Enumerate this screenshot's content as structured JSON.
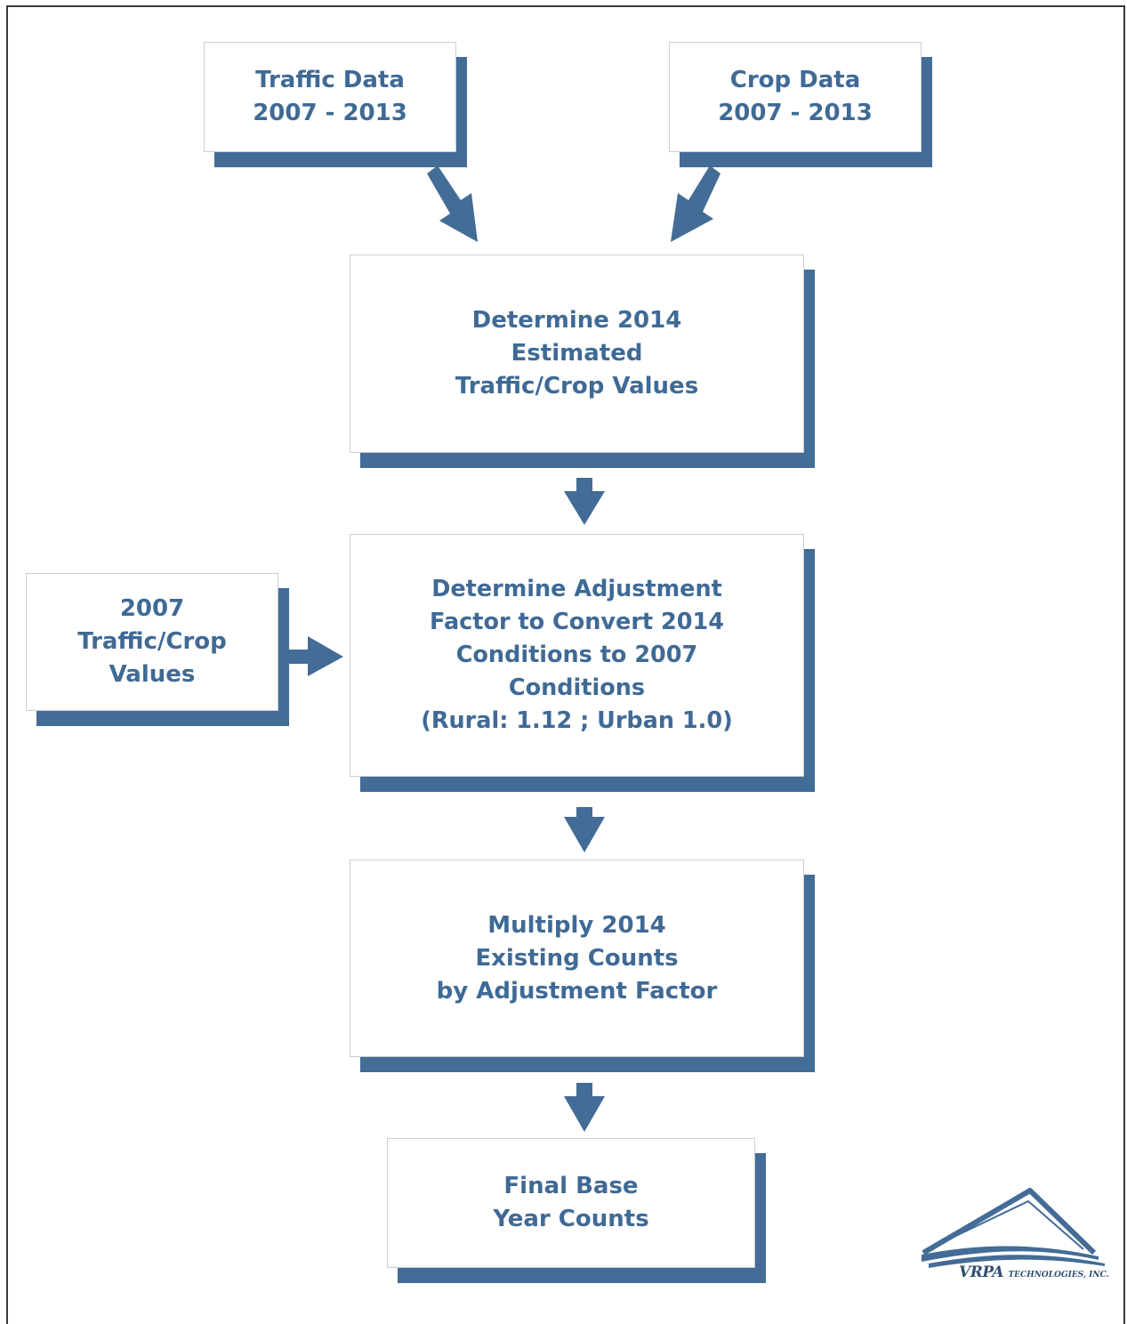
{
  "boxes": {
    "traffic_data": {
      "lines": [
        "Traffic Data",
        "2007 - 2013"
      ]
    },
    "crop_data": {
      "lines": [
        "Crop Data",
        "2007 - 2013"
      ]
    },
    "determine_2014": {
      "lines": [
        "Determine 2014",
        "Estimated",
        "Traffic/Crop Values"
      ]
    },
    "traffic_crop_2007": {
      "lines": [
        "2007",
        "Traffic/Crop",
        "Values"
      ]
    },
    "adjustment_factor": {
      "lines": [
        "Determine Adjustment",
        "Factor to Convert 2014",
        "Conditions to 2007",
        "Conditions",
        "(Rural: 1.12 ; Urban 1.0)"
      ]
    },
    "multiply": {
      "lines": [
        "Multiply 2014",
        "Existing Counts",
        "by Adjustment Factor"
      ]
    },
    "final_base": {
      "lines": [
        "Final Base",
        "Year Counts"
      ]
    }
  },
  "logo": {
    "brand": "VRPA",
    "suffix": "TECHNOLOGIES, INC."
  },
  "colors": {
    "accent": "#436c96",
    "text": "#3f6a96",
    "border": "#c9ced4"
  }
}
